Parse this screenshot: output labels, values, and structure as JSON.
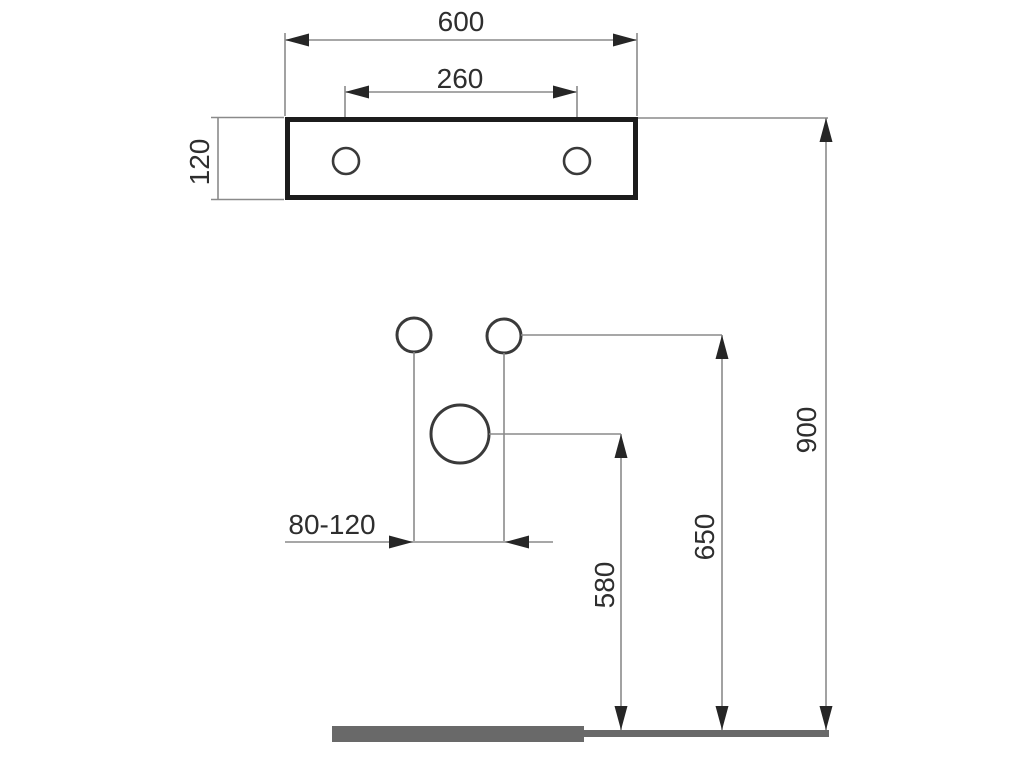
{
  "diagram": {
    "description": "Technical installation drawing with mounting dimensions (wall-hung washbasin / panel, connection points and floor reference)",
    "background": "#ffffff"
  },
  "dimensions": {
    "total_width": "600",
    "hole_spacing": "260",
    "panel_height": "120",
    "connection_spacing": "80-120",
    "drain_height": "580",
    "supply_height": "650",
    "total_height": "900"
  },
  "colors": {
    "thin_line": "#8a8a8a",
    "arrow": "#262626",
    "panel_outline": "#1c1c1c",
    "circle_outline": "#3a3a3a",
    "floor": "#696969",
    "text": "#2e2e2e",
    "background": "#ffffff"
  }
}
